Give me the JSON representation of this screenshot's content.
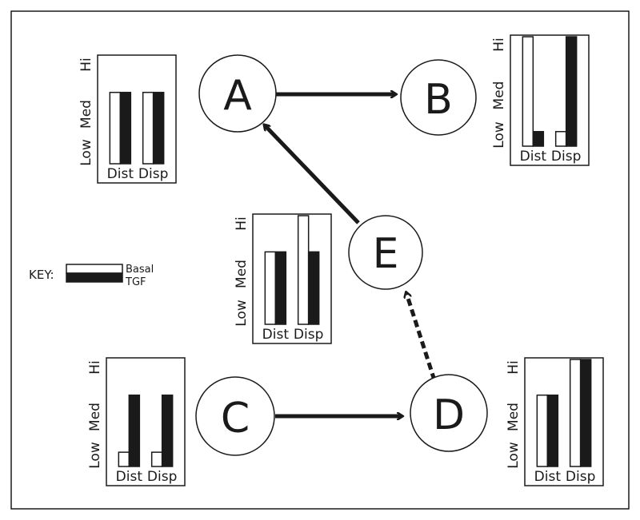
{
  "nodes": {
    "A": "A",
    "B": "B",
    "C": "C",
    "D": "D",
    "E": "E"
  },
  "key": {
    "title": "KEY:",
    "basal": "Basal",
    "tgf": "TGF",
    "basal_color": "#ffffff",
    "tgf_color": "#1a1a1a"
  },
  "axis_levels": [
    "Low",
    "Med",
    "Hi"
  ],
  "chart_data": [
    {
      "type": "bar",
      "node": "A",
      "categories": [
        "Dist",
        "Disp"
      ],
      "series": [
        {
          "name": "Basal",
          "values": [
            2,
            2
          ]
        },
        {
          "name": "TGF",
          "values": [
            2,
            2
          ]
        }
      ],
      "ylim": [
        0,
        3
      ]
    },
    {
      "type": "bar",
      "node": "B",
      "categories": [
        "Dist",
        "Disp"
      ],
      "series": [
        {
          "name": "Basal",
          "values": [
            3,
            0.4
          ]
        },
        {
          "name": "TGF",
          "values": [
            0.4,
            3
          ]
        }
      ],
      "ylim": [
        0,
        3
      ]
    },
    {
      "type": "bar",
      "node": "E",
      "categories": [
        "Dist",
        "Disp"
      ],
      "series": [
        {
          "name": "Basal",
          "values": [
            2,
            3
          ]
        },
        {
          "name": "TGF",
          "values": [
            2,
            2
          ]
        }
      ],
      "ylim": [
        0,
        3
      ]
    },
    {
      "type": "bar",
      "node": "C",
      "categories": [
        "Dist",
        "Disp"
      ],
      "series": [
        {
          "name": "Basal",
          "values": [
            0.4,
            0.4
          ]
        },
        {
          "name": "TGF",
          "values": [
            2,
            2
          ]
        }
      ],
      "ylim": [
        0,
        3
      ]
    },
    {
      "type": "bar",
      "node": "D",
      "categories": [
        "Dist",
        "Disp"
      ],
      "series": [
        {
          "name": "Basal",
          "values": [
            2,
            3
          ]
        },
        {
          "name": "TGF",
          "values": [
            2,
            3
          ]
        }
      ],
      "ylim": [
        0,
        3
      ]
    }
  ],
  "edges": [
    {
      "from": "A",
      "to": "B",
      "style": "solid"
    },
    {
      "from": "E",
      "to": "A",
      "style": "solid"
    },
    {
      "from": "C",
      "to": "D",
      "style": "solid"
    },
    {
      "from": "D",
      "to": "E",
      "style": "dashed"
    }
  ]
}
